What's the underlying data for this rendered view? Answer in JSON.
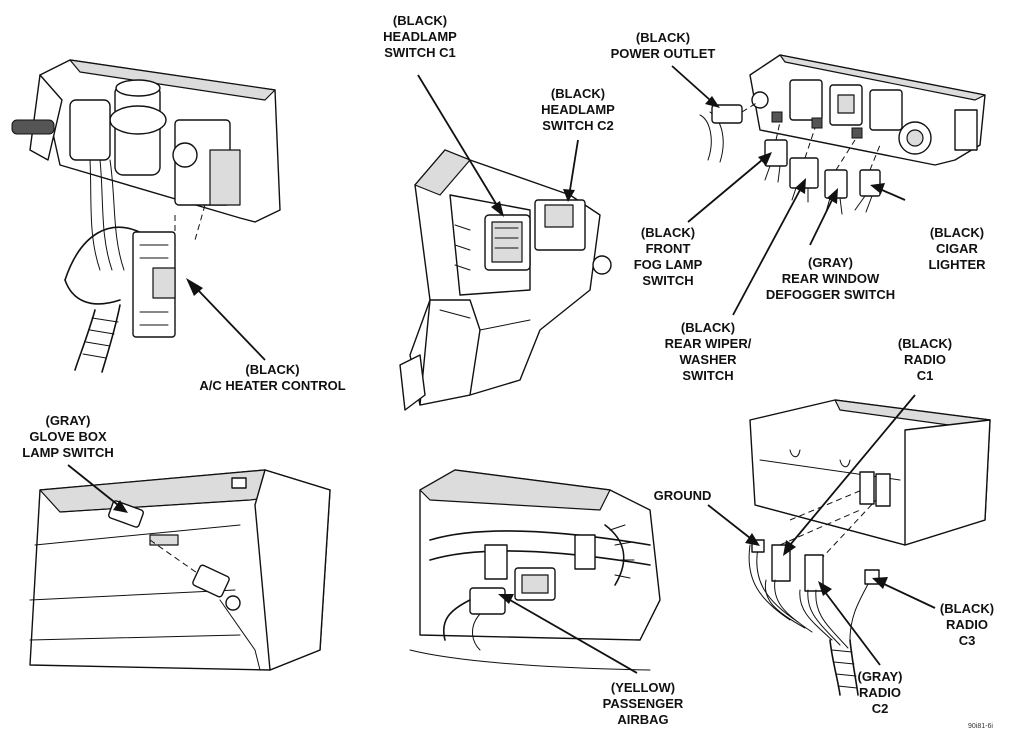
{
  "callouts": {
    "headlamp_c1": [
      "(BLACK)",
      "HEADLAMP",
      "SWITCH C1"
    ],
    "headlamp_c2": [
      "(BLACK)",
      "HEADLAMP",
      "SWITCH C2"
    ],
    "power_outlet": [
      "(BLACK)",
      "POWER OUTLET"
    ],
    "ac_heater": [
      "(BLACK)",
      "A/C HEATER CONTROL"
    ],
    "front_fog": [
      "(BLACK)",
      "FRONT",
      "FOG LAMP",
      "SWITCH"
    ],
    "rear_defogger": [
      "(GRAY)",
      "REAR WINDOW",
      "DEFOGGER SWITCH"
    ],
    "cigar_lighter": [
      "(BLACK)",
      "CIGAR",
      "LIGHTER"
    ],
    "rear_wiper": [
      "(BLACK)",
      "REAR WIPER/",
      "WASHER",
      "SWITCH"
    ],
    "radio_c1": [
      "(BLACK)",
      "RADIO",
      "C1"
    ],
    "glove_box": [
      "(GRAY)",
      "GLOVE BOX",
      "LAMP SWITCH"
    ],
    "ground": [
      "GROUND"
    ],
    "radio_c3": [
      "(BLACK)",
      "RADIO",
      "C3"
    ],
    "radio_c2": [
      "(GRAY)",
      "RADIO",
      "C2"
    ],
    "passenger_airbag": [
      "(YELLOW)",
      "PASSENGER",
      "AIRBAG"
    ]
  },
  "figure_code": "90i81-6i"
}
